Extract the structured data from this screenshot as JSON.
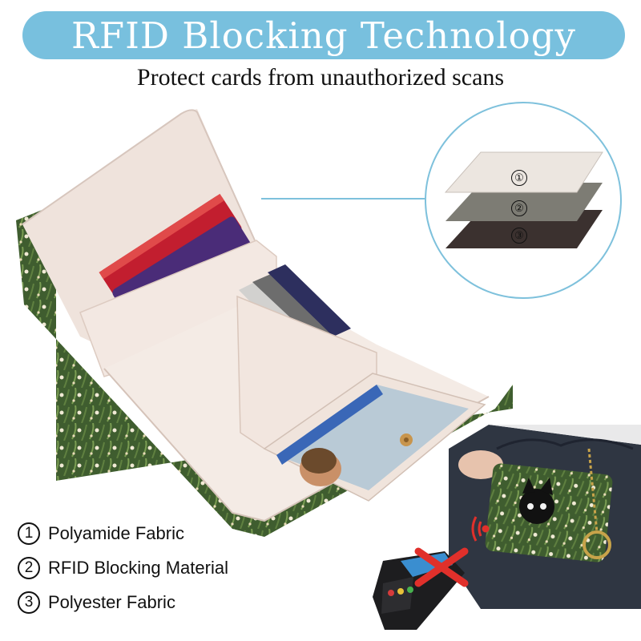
{
  "banner": {
    "title": "RFID Blocking Technology"
  },
  "subtitle": "Protect cards from unauthorized scans",
  "layers": [
    {
      "number": "①",
      "color": "#ece6e0"
    },
    {
      "number": "②",
      "color": "#7d7c74"
    },
    {
      "number": "③",
      "color": "#3b312f"
    }
  ],
  "legend": [
    {
      "number": "1",
      "label": "Polyamide Fabric"
    },
    {
      "number": "2",
      "label": "RFID Blocking Material"
    },
    {
      "number": "3",
      "label": "Polyester Fabric"
    }
  ],
  "colors": {
    "banner": "#78c0de",
    "wallet_lining": "#f1e6df",
    "floral_print": "#3f5d2f",
    "connector": "#7ec1dc"
  }
}
